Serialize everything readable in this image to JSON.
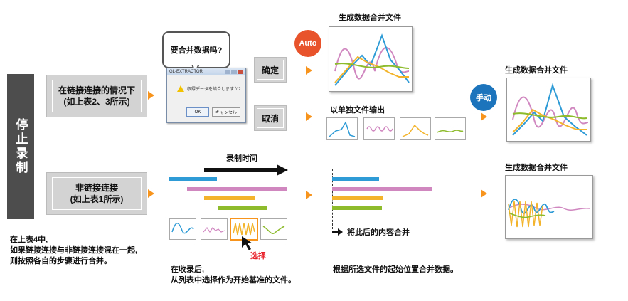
{
  "stop_label": "停止录制",
  "linked_condition": {
    "line1": "在链接连接的情况下",
    "line2": "(如上表2、3所示)"
  },
  "unlinked_condition": {
    "line1": "非链接连接",
    "line2": "(如上表1所示)"
  },
  "bubble_text": "要合并数据吗?",
  "dialog": {
    "title": "GL-EXTRACTOR",
    "message": "収録データを結合しますか?",
    "ok_label": "OK",
    "cancel_label": "キャンセル"
  },
  "buttons": {
    "confirm": "确定",
    "cancel": "取消"
  },
  "auto_badge": "Auto",
  "manual_badge": "手动",
  "titles": {
    "auto_merge": "生成数据合并文件",
    "manual_merge": "生成数据合并文件",
    "unlinked_merge": "生成数据合并文件",
    "separate_output": "以单独文件输出"
  },
  "record_time_label": "录制时间",
  "select_label": "选择",
  "merge_after_label": "将此后的内容合并",
  "notes": {
    "left": [
      "在上表4中,",
      "如果链接连接与非链接连接混在一起,",
      "则按照各自的步骤进行合并。"
    ],
    "middle": [
      "在收录后,",
      "从列表中选择作为开始基准的文件。"
    ],
    "right": "根据所选文件的起始位置合并数据。"
  },
  "colors": {
    "blue": "#2e9bd6",
    "pink": "#d087c0",
    "orange": "#f3b42c",
    "green": "#8dbb2c",
    "accent": "#f7941d",
    "auto_red": "#e8532b",
    "manual_blue": "#1c75bc",
    "select_red": "#e8202a"
  }
}
